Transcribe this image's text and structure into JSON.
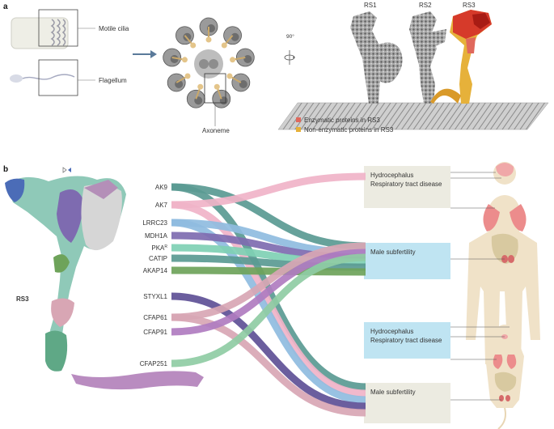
{
  "panel_a": {
    "letter": "a",
    "cell_labels": {
      "cilia": "Motile cilia",
      "flagellum": "Flagellum"
    },
    "axoneme_label": "Axoneme",
    "rotation_label": "90°",
    "rs_labels": [
      "RS1",
      "RS2",
      "RS3"
    ],
    "legend": [
      {
        "label": "Enzymatic proteins in RS3",
        "color": "#e0685c"
      },
      {
        "label": "Non-enzymatic proteins in RS3",
        "color": "#e6b13a"
      }
    ]
  },
  "panel_b": {
    "letter": "b",
    "rs3_label": "RS3",
    "proteins": [
      {
        "name": "AK9",
        "sup": "",
        "color": "#5a9a92"
      },
      {
        "name": "AK7",
        "sup": "",
        "color": "#f0b3c8"
      },
      {
        "name": "LRRC23",
        "sup": "",
        "color": "#8fbce0"
      },
      {
        "name": "MDH1A",
        "sup": "",
        "color": "#7e6bb0"
      },
      {
        "name": "PKA",
        "sup": "R",
        "color": "#7fd0b4"
      },
      {
        "name": "CATIP",
        "sup": "",
        "color": "#5a9a92"
      },
      {
        "name": "AKAP14",
        "sup": "",
        "color": "#6ea35a"
      },
      {
        "name": "STYXL1",
        "sup": "",
        "color": "#5e5096"
      },
      {
        "name": "CFAP61",
        "sup": "",
        "color": "#d8a6b4"
      },
      {
        "name": "CFAP91",
        "sup": "",
        "color": "#b07cc0"
      },
      {
        "name": "CFAP251",
        "sup": "",
        "color": "#8fcca4"
      }
    ],
    "outcomes": [
      {
        "line1": "Hydrocephalus",
        "line2": "Respiratory tract disease",
        "color": "#ecebe1"
      },
      {
        "line1": "Male subfertility",
        "line2": "",
        "color": "#bfe4f2"
      },
      {
        "line1": "Hydrocephalus",
        "line2": "Respiratory tract disease",
        "color": "#bfe4f2"
      },
      {
        "line1": "Male subfertility",
        "line2": "",
        "color": "#ecebe1"
      }
    ]
  }
}
